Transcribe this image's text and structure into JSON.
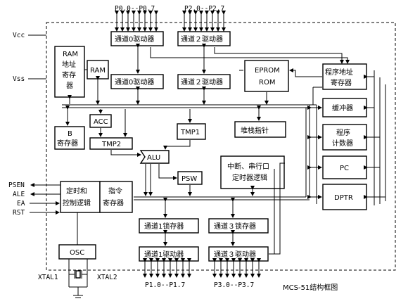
{
  "labels": {
    "vcc": "Vcc",
    "vss": "Vss",
    "p0_pins": "P0.0--P0.7",
    "p2_pins": "P2.0--P2.7",
    "p1_pins": "P1.0--P1.7",
    "p3_pins": "P3.0--P3.7",
    "psen": "PSEN",
    "ale": "ALE",
    "ea": "EA",
    "rst": "RST",
    "xtal1": "XTAL1",
    "xtal2": "XTAL2",
    "caption": "MCS-51结构框图"
  },
  "blocks": {
    "p0_driver": "通道0驱动器",
    "p2_driver": "通道２驱动器",
    "p0_latch": "通道0驱动器",
    "p2_latch": "通道２驱动器",
    "ram_addr_l1": "RAM",
    "ram_addr_l2": "地址",
    "ram_addr_l3": "寄存",
    "ram_addr_l4": "器",
    "ram": "RAM",
    "eprom_l1": "EPROM",
    "eprom_l2": "ROM",
    "pc_addr_l1": "程序地址",
    "pc_addr_l2": "寄存器",
    "buffer": "缓冲器",
    "pc_counter_l1": "程序",
    "pc_counter_l2": "计数器",
    "pc": "PC",
    "dptr": "DPTR",
    "b_reg_l1": "B",
    "b_reg_l2": "寄存器",
    "acc": "ACC",
    "tmp2": "TMP2",
    "tmp1": "TMP1",
    "stack": "堆栈指针",
    "alu": "ALU",
    "psw": "PSW",
    "interrupt_l1": "中断、串行口",
    "interrupt_l2": "定时器逻辑",
    "timing_l1": "定时和",
    "timing_l2": "控制逻辑",
    "instr_l1": "指令",
    "instr_l2": "寄存器",
    "p1_latch": "通道1锁存器",
    "p3_latch": "通道３锁存器",
    "p1_driver": "通道1驱动器",
    "p3_driver": "通道３驱动器",
    "osc": "OSC"
  }
}
